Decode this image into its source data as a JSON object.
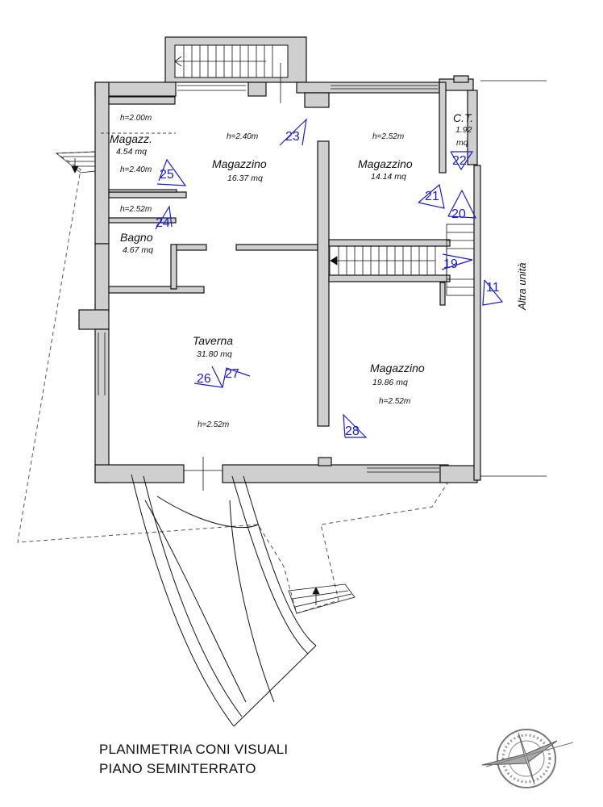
{
  "title": {
    "line1": "PLANIMETRIA CONI VISUALI",
    "line2": "PIANO SEMINTERRATO"
  },
  "side_label": "Altra unità",
  "rooms": [
    {
      "name": "Magazz.",
      "area": "4.54 mq",
      "h_top": "h=2.00m",
      "h_bottom": "h=2.40m"
    },
    {
      "name": "Magazzino",
      "area": "16.37 mq",
      "h": "h=2.40m"
    },
    {
      "name": "Magazzino",
      "area": "14.14 mq",
      "h": "h=2.52m"
    },
    {
      "name": "C.T.",
      "area_value": "1.92",
      "area_unit": "mq"
    },
    {
      "name": "Bagno",
      "area": "4.67 mq",
      "h": "h=2.52m"
    },
    {
      "name": "Taverna",
      "area": "31.80 mq",
      "h": "h=2.52m"
    },
    {
      "name": "Magazzino",
      "area": "19.86 mq",
      "h": "h=2.52m"
    }
  ],
  "cones": [
    "23",
    "25",
    "24",
    "22",
    "21",
    "20",
    "19",
    "11",
    "26",
    "27",
    "28"
  ],
  "colors": {
    "wall_fill": "#cfcfcf",
    "wall_stroke": "#111111",
    "cone": "#1c1cc8",
    "line": "#333333"
  }
}
